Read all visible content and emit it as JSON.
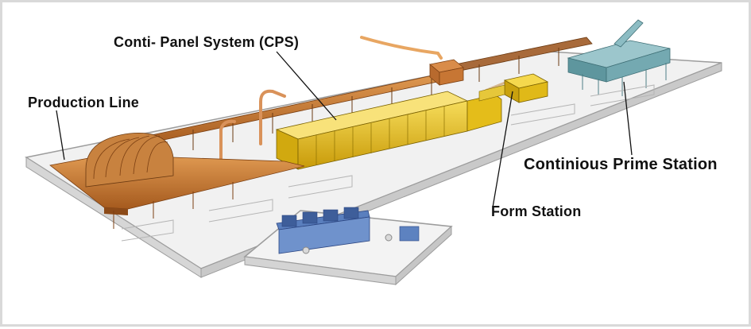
{
  "callouts": {
    "cps": "Conti- Panel System (CPS)",
    "production_line": "Production Line",
    "prime_station": "Continious Prime Station",
    "form_station": "Form Station"
  },
  "colors": {
    "floor": "#efefef",
    "floor_edge": "#a9a9a9",
    "conveyor": "#c9772d",
    "cps_body": "#e9c21c",
    "prime_station": "#6fa6b0",
    "control_console": "#4a6fb0"
  }
}
